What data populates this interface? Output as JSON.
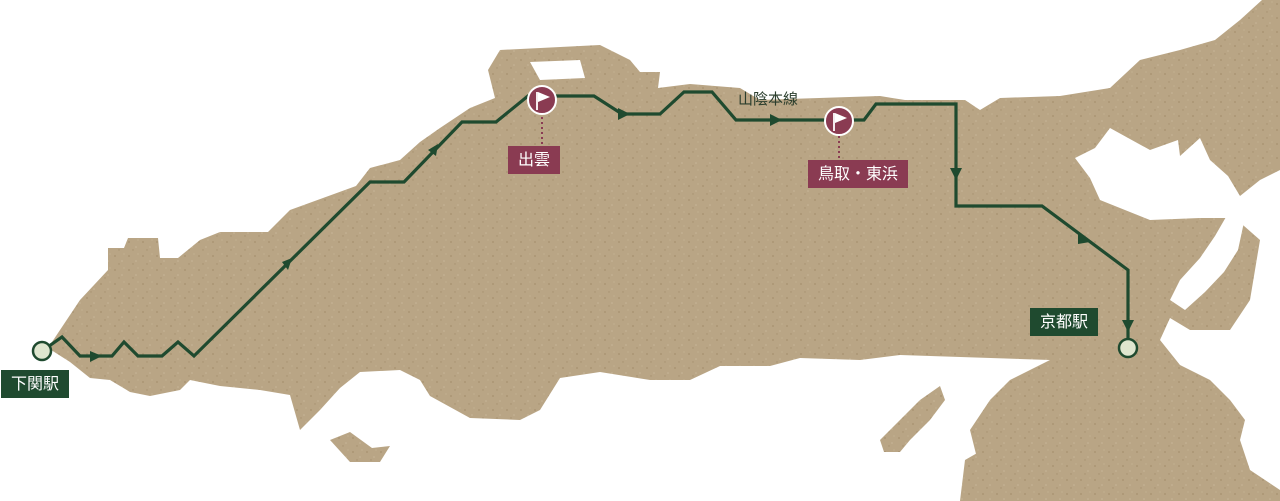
{
  "map": {
    "line_name": "山陰本線",
    "stations": {
      "start": "下関駅",
      "end": "京都駅"
    },
    "stops": [
      {
        "name": "出雲"
      },
      {
        "name": "鳥取・東浜"
      }
    ],
    "colors": {
      "land": "#b9a585",
      "land_speckle": "#a7916f",
      "route": "#1f4a2f",
      "station_bg": "#1f4a2f",
      "stop_bg": "#8a3b52",
      "sea": "#ffffff"
    },
    "icons": [
      "flag-icon",
      "station-dot-icon",
      "direction-arrow-icon"
    ]
  }
}
